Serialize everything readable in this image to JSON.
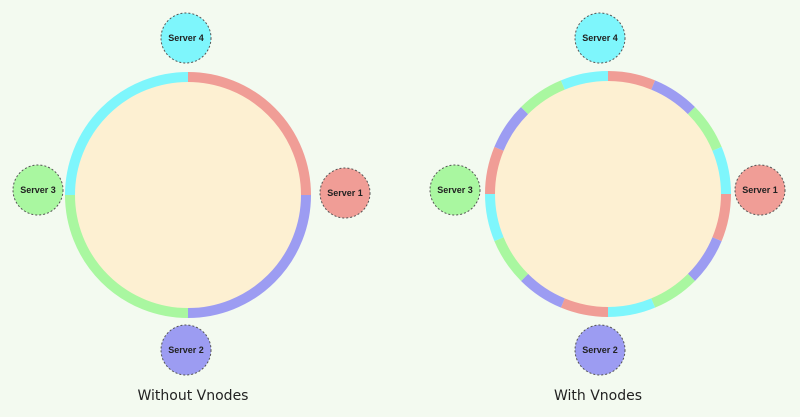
{
  "colors": {
    "background": "#f3faf0",
    "ring_fill": "#fdf0d2",
    "server_1": "#f09d96",
    "server_2": "#9c9cf2",
    "server_3": "#a9f7a0",
    "server_4": "#7ef6fc"
  },
  "diagrams": [
    {
      "caption": "Without Vnodes",
      "ring_segments": [
        "server_1",
        "server_2",
        "server_3",
        "server_4"
      ],
      "servers": [
        {
          "label": "Server 1",
          "color": "server_1"
        },
        {
          "label": "Server 2",
          "color": "server_2"
        },
        {
          "label": "Server 3",
          "color": "server_3"
        },
        {
          "label": "Server 4",
          "color": "server_4"
        }
      ]
    },
    {
      "caption": "With Vnodes",
      "ring_segments": [
        "server_1",
        "server_2",
        "server_3",
        "server_4",
        "server_1",
        "server_2",
        "server_3",
        "server_4",
        "server_1",
        "server_2",
        "server_3",
        "server_4",
        "server_1",
        "server_2",
        "server_3",
        "server_4"
      ],
      "servers": [
        {
          "label": "Server 1",
          "color": "server_1"
        },
        {
          "label": "Server 2",
          "color": "server_2"
        },
        {
          "label": "Server 3",
          "color": "server_3"
        },
        {
          "label": "Server 4",
          "color": "server_4"
        }
      ]
    }
  ]
}
